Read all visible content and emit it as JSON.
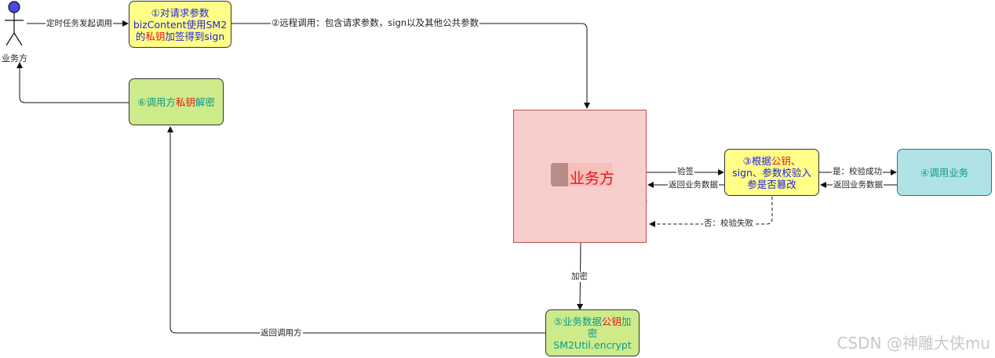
{
  "actor": {
    "label": "业务方"
  },
  "nodes": {
    "step1": {
      "line1": "①对请求参数",
      "line2": "bizContent使用SM2",
      "line3_a": "的",
      "line3_b": "私钥",
      "line3_c": "加签得到sign"
    },
    "step6": {
      "a": "⑥调用方",
      "b": "私钥",
      "c": "解密"
    },
    "center": {
      "label": "业务方"
    },
    "step3": {
      "line1_a": "③根据",
      "line1_b": "公钥",
      "line1_c": "、",
      "line2": "sign、参数校验入",
      "line3": "参是否篡改"
    },
    "step4": {
      "label": "④调用业务"
    },
    "step5": {
      "line1_a": "⑤业务数据",
      "line1_b": "公钥",
      "line1_c": "加",
      "line2": "密",
      "line3": "SM2Util.encrypt"
    }
  },
  "edges": {
    "timer_trigger": "定时任务发起调用",
    "remote_call": "②远程调用：包含请求参数，sign以及其他公共参数",
    "verify_sign": "验签",
    "return_data_center": "返回业务数据",
    "yes_verify_ok": "是：校验成功",
    "return_data_step4": "返回业务数据",
    "no_verify_fail": "否：校验失败",
    "encrypt": "加密",
    "return_caller": "返回调用方"
  },
  "watermark": "CSDN @神雕大侠mu",
  "colors": {
    "yellow": "#ffff88",
    "green": "#cdeb8b",
    "pink": "#f8cecc",
    "cyan": "#b0e3e6",
    "red_text": "#ee1111",
    "blue_text": "#2222dd",
    "actor_fill": "#4a4ae8"
  }
}
